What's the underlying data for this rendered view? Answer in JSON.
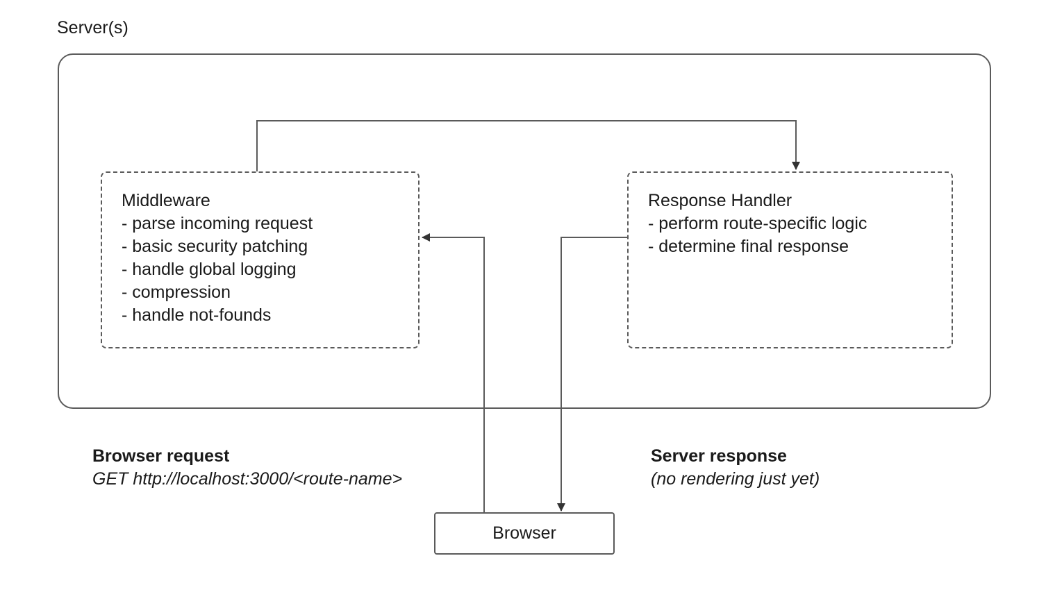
{
  "server": {
    "label": "Server(s)"
  },
  "middleware": {
    "title": "Middleware",
    "items": [
      "- parse incoming request",
      "- basic security patching",
      "- handle global logging",
      "- compression",
      "- handle not-founds"
    ]
  },
  "response_handler": {
    "title": "Response Handler",
    "items": [
      "- perform route-specific logic",
      "- determine final response"
    ]
  },
  "browser": {
    "label": "Browser"
  },
  "browser_request": {
    "title": "Browser request",
    "detail": "GET http://localhost:3000/<route-name>"
  },
  "server_response": {
    "title": "Server response",
    "detail": "(no rendering just yet)"
  },
  "colors": {
    "line": "#5a5a5a",
    "text": "#1a1a1a",
    "background": "#ffffff"
  }
}
